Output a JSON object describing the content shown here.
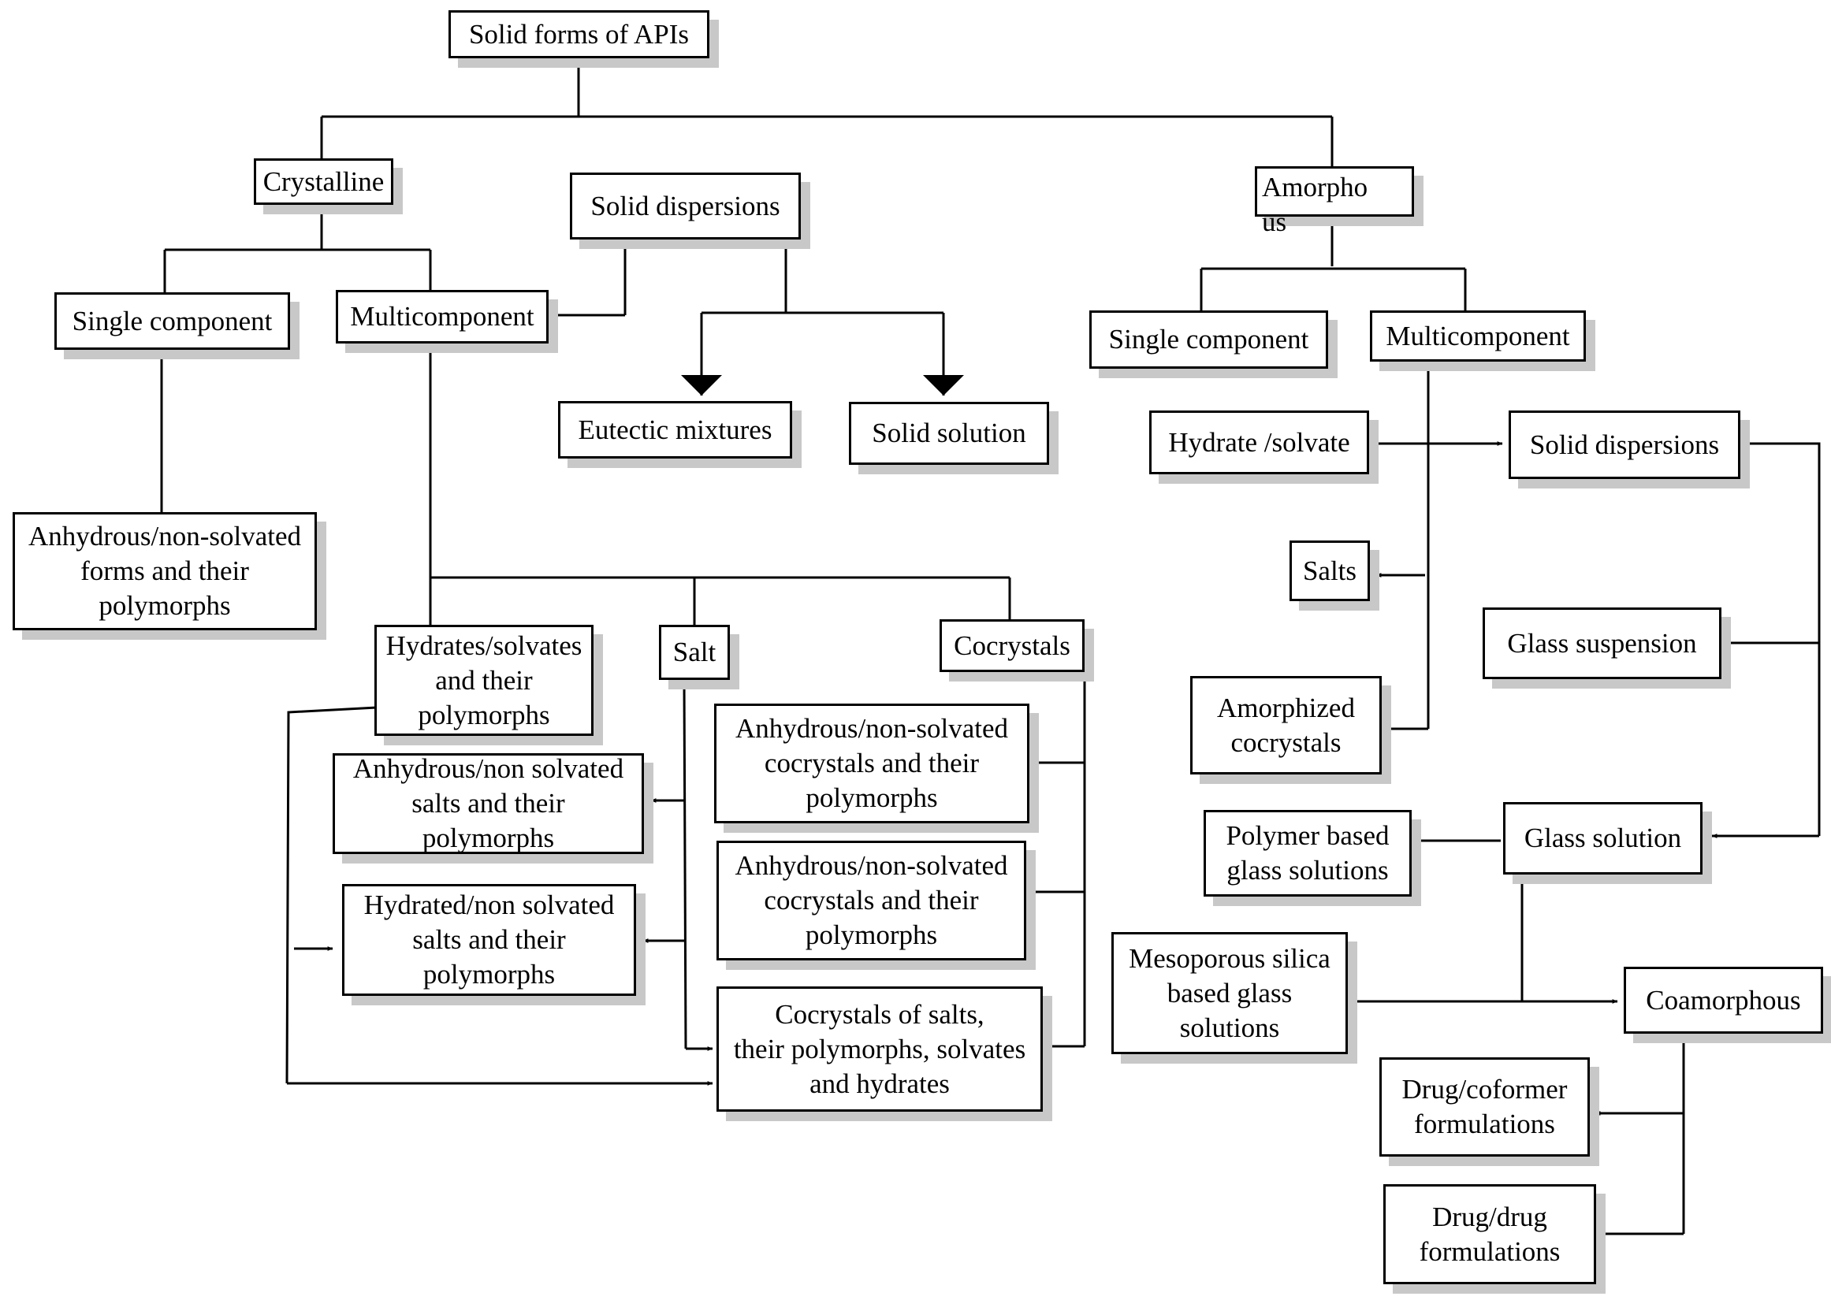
{
  "diagram": {
    "root": "Solid forms of APIs",
    "crystalline": {
      "label": "Crystalline",
      "single_component": "Single component",
      "multicomponent": "Multicomponent",
      "anhydrous_forms": "Anhydrous/non-solvated\nforms and their\npolymorphs",
      "solid_dispersions": "Solid dispersions",
      "eutectic_mixtures": "Eutectic mixtures",
      "solid_solution": "Solid solution",
      "hydrates_solvates": "Hydrates/solvates\nand their\npolymorphs",
      "salt": "Salt",
      "cocrystals": "Cocrystals",
      "anhydrous_salts": "Anhydrous/non solvated\nsalts and their\npolymorphs",
      "hydrated_salts": "Hydrated/non solvated\nsalts and their\npolymorphs",
      "anhydrous_cocrystals_1": "Anhydrous/non-solvated\ncocrystals and their\npolymorphs",
      "anhydrous_cocrystals_2": "Anhydrous/non-solvated\ncocrystals and their\npolymorphs",
      "cocrystals_of_salts": "Cocrystals of salts,\ntheir polymorphs, solvates\nand hydrates"
    },
    "amorphous": {
      "label": "Amorpho\nus",
      "single_component": "Single component",
      "multicomponent": "Multicomponent",
      "hydrate_solvate": "Hydrate /solvate",
      "solid_dispersions": "Solid dispersions",
      "salts": "Salts",
      "glass_suspension": "Glass suspension",
      "amorphized_cocrystals": "Amorphized\ncocrystals",
      "polymer_glass_solutions": "Polymer based\nglass solutions",
      "glass_solution": "Glass solution",
      "mesoporous_silica": "Mesoporous silica\nbased glass\nsolutions",
      "coamorphous": "Coamorphous",
      "drug_coformer": "Drug/coformer\nformulations",
      "drug_drug": "Drug/drug\nformulations"
    }
  }
}
